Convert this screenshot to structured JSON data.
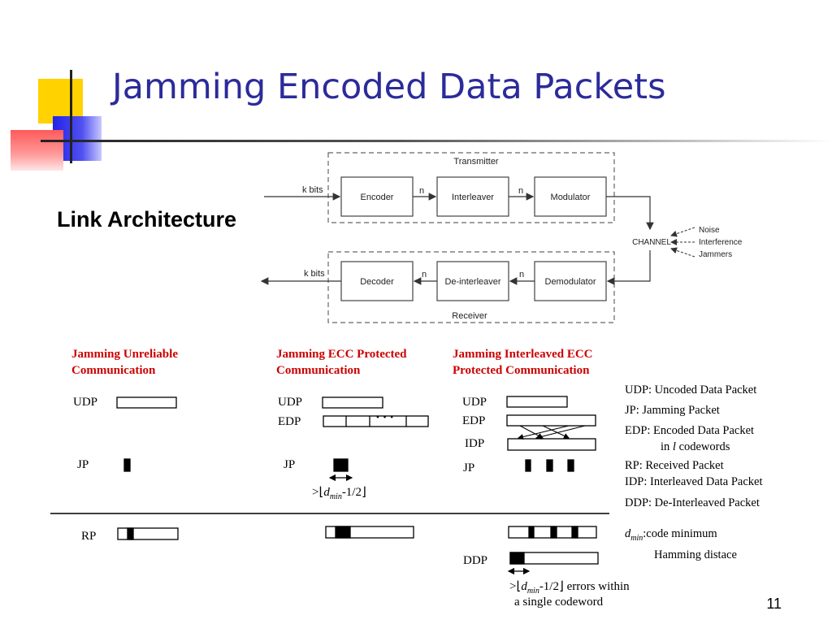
{
  "slide": {
    "title": "Jamming Encoded Data Packets",
    "subtitle": "Link Architecture",
    "page_number": "11"
  },
  "architecture": {
    "transmitter_label": "Transmitter",
    "receiver_label": "Receiver",
    "encoder": "Encoder",
    "interleaver": "Interleaver",
    "modulator": "Modulator",
    "decoder": "Decoder",
    "deinterleaver": "De-interleaver",
    "demodulator": "Demodulator",
    "channel": "CHANNEL",
    "k_bits_in": "k bits",
    "k_bits_out": "k bits",
    "n_label": "n",
    "noise": "Noise",
    "interference": "Interference",
    "jammers": "Jammers"
  },
  "columns": {
    "col1_title": [
      "Jamming Unreliable",
      "Communication"
    ],
    "col2_title": [
      "Jamming ECC Protected",
      "Communication"
    ],
    "col3_title": [
      "Jamming Interleaved ECC",
      "Protected Communication"
    ]
  },
  "labels": {
    "udp": "UDP",
    "edp": "EDP",
    "idp": "IDP",
    "jp": "JP",
    "rp": "RP",
    "ddp": "DDP",
    "dots": "• • •",
    "dmin_expr": "-1/2",
    "errors_within": "-1/2⌋ errors within",
    "single_codeword": "a single codeword"
  },
  "legend": {
    "udp": "UDP: Uncoded Data Packet",
    "jp": "JP: Jamming Packet",
    "edp": "EDP: Encoded Data Packet",
    "edp2_prefix": "in ",
    "edp2_var": "l",
    "edp2_suffix": " codewords",
    "rp": "RP: Received Packet",
    "idp": "IDP: Interleaved Data Packet",
    "ddp": "DDP: De-Interleaved Packet",
    "dmin_suffix": ":code minimum",
    "hamming": "Hamming distace"
  }
}
